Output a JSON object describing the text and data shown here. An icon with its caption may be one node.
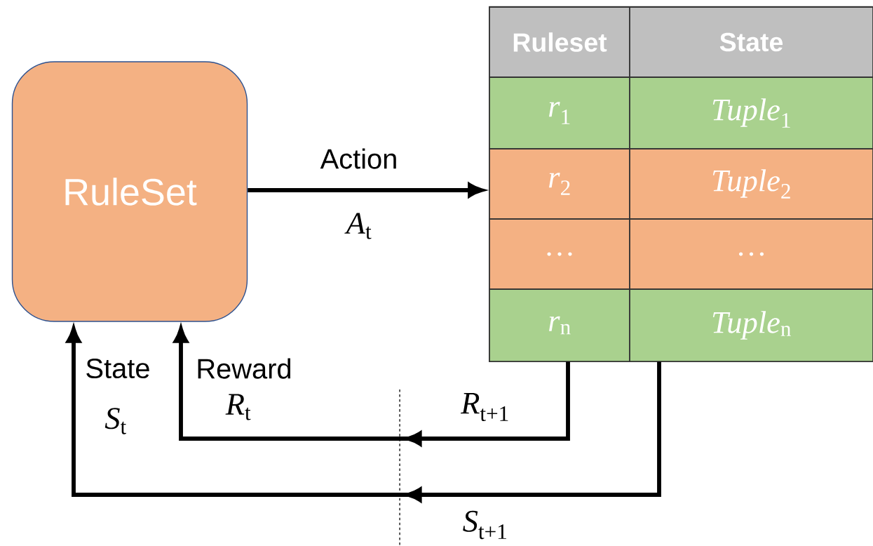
{
  "diagram": {
    "nodes": [
      {
        "text": [
          "RuleSet"
        ]
      },
      {
        "text": [],
        "shape": "box"
      }
    ],
    "edges": [
      {
        "from": 0,
        "to": 1,
        "arrow": "to",
        "label": "Action"
      },
      {
        "from": 1,
        "to": 0,
        "arrow": "to",
        "label": "*R*$_{t+1}$"
      },
      {
        "from": 1,
        "to": 0,
        "arrow": "to"
      }
    ],
    "labels": [
      "Ruleset",
      "State",
      "*r*$_{1}$",
      "*Tuple*$_{1}$",
      "*r*$_{2}$",
      "*Tuple*$_{2}$",
      "…",
      "…",
      "*r*$_{n}$",
      "*Tuple*$_{n}$",
      "*A*$_{t}$",
      "State",
      "Reward",
      "*S*$_{t}$",
      "*R*$_{t}$",
      "*S*$_{t+1}$"
    ]
  }
}
